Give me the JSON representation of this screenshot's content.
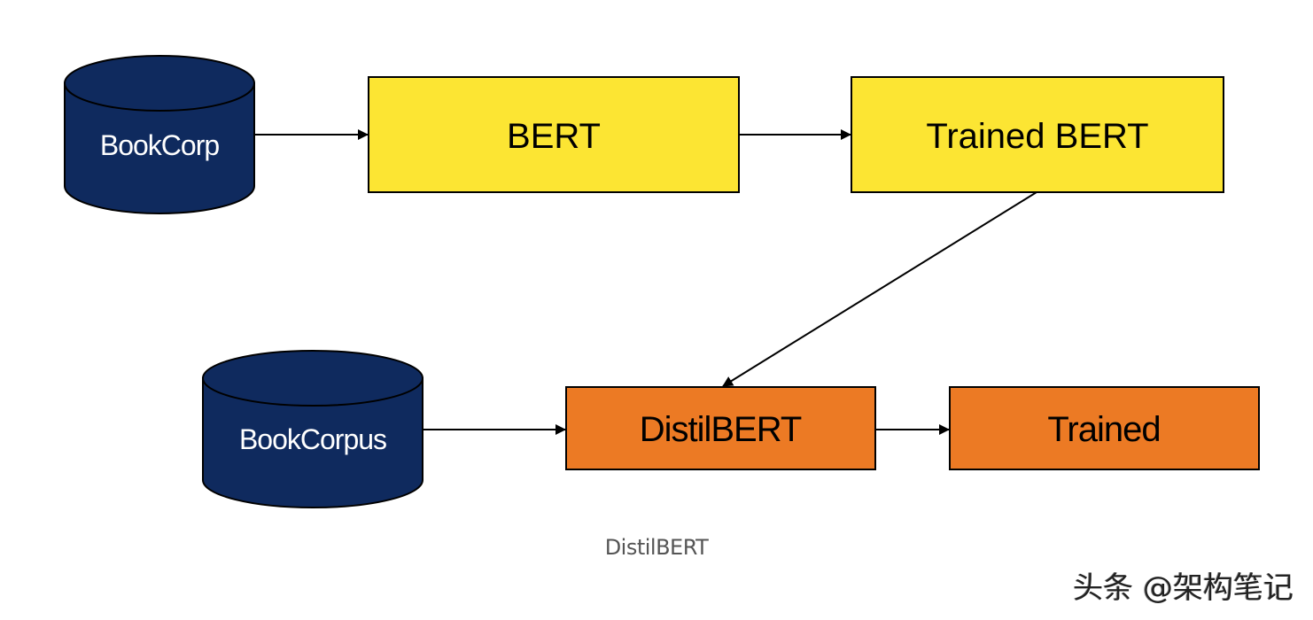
{
  "colors": {
    "database_fill": "#0f2a5e",
    "database_text": "#ffffff",
    "teacher_fill": "#fce533",
    "student_fill": "#ec7a24",
    "stroke": "#000000",
    "node_text": "#000000"
  },
  "nodes": {
    "bookcorp": {
      "label": "BookCorp",
      "shape": "database"
    },
    "bert": {
      "label": "BERT",
      "shape": "box"
    },
    "trained_bert": {
      "label": "Trained BERT",
      "shape": "box"
    },
    "bookcorpus": {
      "label": "BookCorpus",
      "shape": "database"
    },
    "distilbert": {
      "label": "DistilBERT",
      "shape": "box"
    },
    "trained": {
      "label": "Trained",
      "shape": "box"
    }
  },
  "edges": [
    {
      "from": "bookcorp",
      "to": "bert"
    },
    {
      "from": "bert",
      "to": "trained_bert"
    },
    {
      "from": "trained_bert",
      "to": "distilbert"
    },
    {
      "from": "bookcorpus",
      "to": "distilbert"
    },
    {
      "from": "distilbert",
      "to": "trained"
    }
  ],
  "caption": "DistilBERT",
  "watermark": "头条 @架构笔记"
}
